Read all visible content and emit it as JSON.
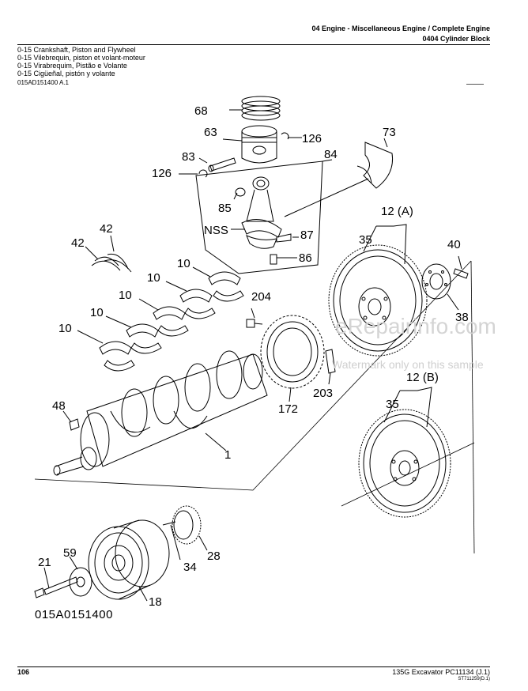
{
  "header": {
    "section": "04 Engine - Miscellaneous Engine / Complete Engine",
    "group": "0404 Cylinder Block"
  },
  "titles": [
    "0-15 Crankshaft, Piston and Flywheel",
    "0-15 Vilebrequin, piston et volant-moteur",
    "0-15 Virabrequim, Pistão e Volante",
    "0-15 Cigüeñal, pistón y volante"
  ],
  "ref_code": "015AD151400 A.1",
  "figure_id": "015A0151400",
  "callouts": {
    "c68": "68",
    "c63": "63",
    "c126a": "126",
    "c73": "73",
    "c83": "83",
    "c126b": "126",
    "c84": "84",
    "c85": "85",
    "cnss": "NSS",
    "c87": "87",
    "c86": "86",
    "c42": "42",
    "c42b": "42",
    "c10a": "10",
    "c10b": "10",
    "c10c": "10",
    "c10d": "10",
    "c204": "204",
    "c12a": "12 (A)",
    "c35a": "35",
    "c40": "40",
    "c38": "38",
    "c203": "203",
    "c172": "172",
    "c12b": "12 (B)",
    "c35b": "35",
    "c48": "48",
    "c1": "1",
    "c21": "21",
    "c59": "59",
    "c34": "34",
    "c28": "28",
    "c18": "18"
  },
  "watermark": {
    "line1": "eRepairinfo.com",
    "line2": "Watermark only on this sample"
  },
  "footer": {
    "page": "106",
    "model": "135G Excavator   PC11134   (J.1)",
    "code": "ST711259(D.1)"
  }
}
